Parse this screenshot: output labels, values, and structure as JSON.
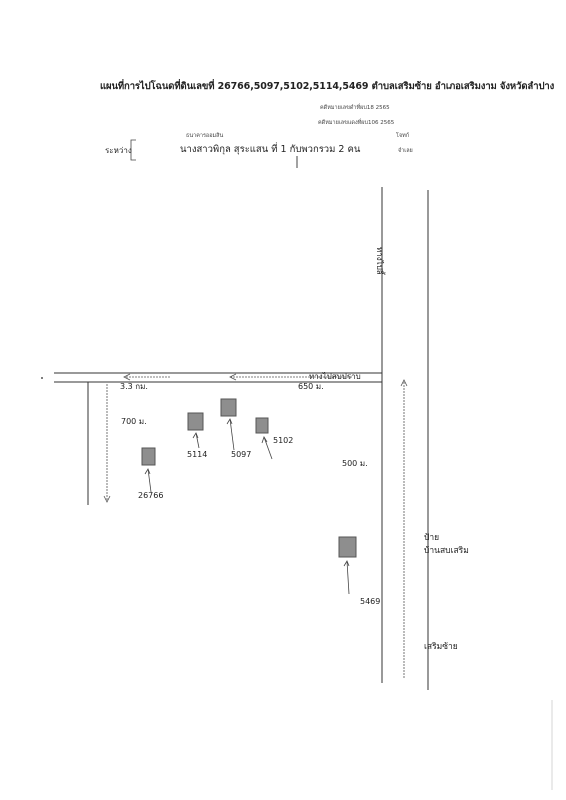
{
  "header": {
    "title": "แผนที่การไปโฉนดที่ดินเลขที่ 26766,5097,5102,5114,5469 ตำบลเสริมซ้าย อำเภอเสริมงาม จังหวัดลำปาง",
    "subtitle_line1": "คดีหมายเลขดำที่ผบ18 2565",
    "subtitle_line2": "คดีหมายเลขแดงที่ผบ106 2565"
  },
  "parties": {
    "between_label": "ระหว่าง",
    "lender_label": "ธนาคารออมสิน",
    "party_text": "นางสาวพิกุล  สุระแสน   ที่ 1 กับพวกรวม 2 คน",
    "borrower_label": "โจทก์",
    "mortgage_label": "จำเลย"
  },
  "roads": {
    "road_top_label": "ทางไปลี้",
    "road_left_label": "ทางไปสบปราบ"
  },
  "distances": {
    "d_33": "3.3 กม.",
    "d_650": "650 ม.",
    "d_700": "700 ม.",
    "d_500": "500 ม."
  },
  "landmarks": {
    "sign_line1": "ป้าย",
    "sign_line2": "บ้านสบเสริม",
    "sermsai": "เสริมซ้าย"
  },
  "plots": {
    "p5114": "5114",
    "p5097": "5097",
    "p5102": "5102",
    "p26766": "26766",
    "p5469": "5469"
  }
}
